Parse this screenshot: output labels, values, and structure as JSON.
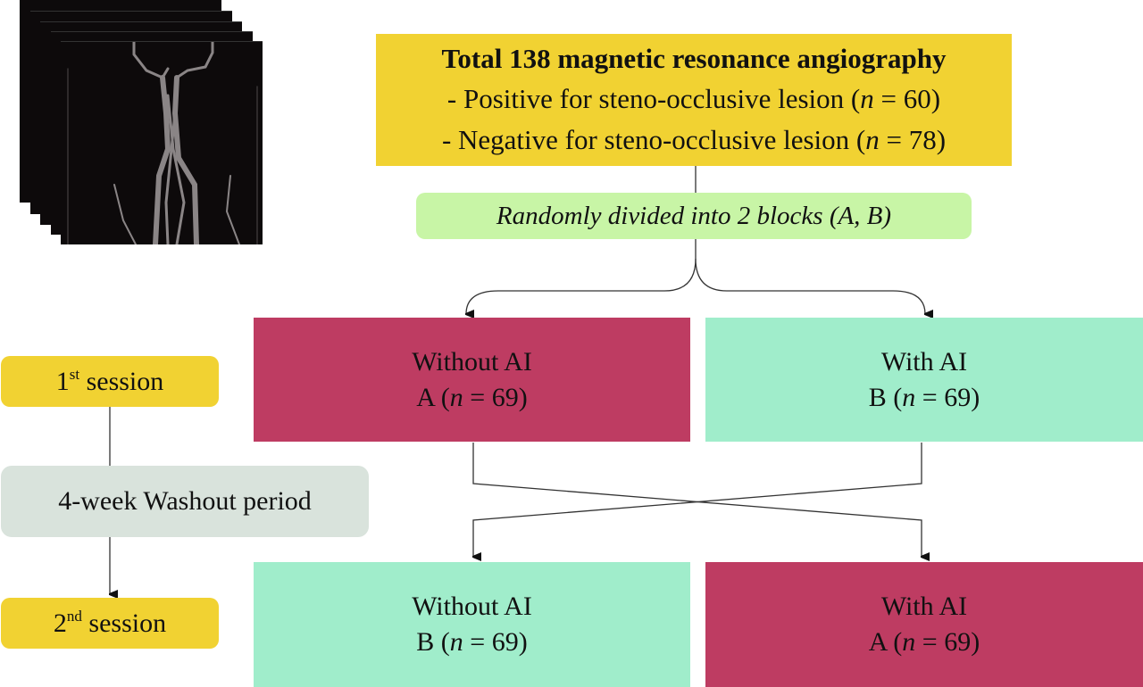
{
  "mra_image": {
    "icon": "angiography-image-stack-icon",
    "layers": 5
  },
  "top_box": {
    "title": "Total 138 magnetic resonance angiography",
    "lines": [
      {
        "prefix": "- Positive for steno-occlusive lesion (",
        "n_label": "n",
        "suffix": " = 60)"
      },
      {
        "prefix": "- Negative for steno-occlusive lesion (",
        "n_label": "n",
        "suffix": " = 78)"
      }
    ]
  },
  "random_box": {
    "label": "Randomly divided into 2 blocks (A, B)"
  },
  "sessions": {
    "first": {
      "num": "1",
      "sup": "st",
      "text": " session"
    },
    "washout": {
      "label": "4-week Washout period"
    },
    "second": {
      "num": "2",
      "sup": "nd",
      "text": " session"
    }
  },
  "groups": [
    {
      "id": "s1-without",
      "title": "Without AI",
      "block": "A (",
      "n_label": "n",
      "n_value": " = 69)",
      "color": "#be3c62"
    },
    {
      "id": "s1-with",
      "title": "With AI",
      "block": "B (",
      "n_label": "n",
      "n_value": " = 69)",
      "color": "#a0edcb"
    },
    {
      "id": "s2-without",
      "title": "Without AI",
      "block": "B (",
      "n_label": "n",
      "n_value": " = 69)",
      "color": "#a0edcb"
    },
    {
      "id": "s2-with",
      "title": "With AI",
      "block": "A (",
      "n_label": "n",
      "n_value": " = 69)",
      "color": "#be3c62"
    }
  ],
  "colors": {
    "yellow": "#f1d232",
    "light_green": "#c8f5a6",
    "crimson": "#be3c62",
    "mint": "#a0edcb",
    "gray": "#d9e3dc"
  }
}
